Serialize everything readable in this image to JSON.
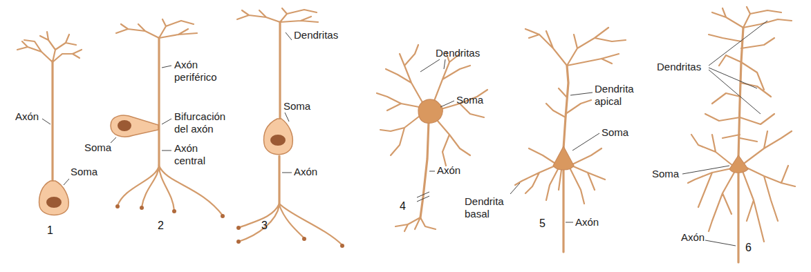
{
  "diagram": {
    "labels": [
      "Axón",
      "Soma",
      "1",
      "Axón periférico",
      "Bifurcación del axón",
      "Soma",
      "Axón central",
      "2",
      "Dendritas",
      "Soma",
      "Axón",
      "3",
      "Dendritas",
      "Soma",
      "Axón",
      "4",
      "Dendrita apical",
      "Soma",
      "Dendrita basal",
      "5",
      "Axón",
      "Dendritas",
      "Soma",
      "Axón",
      "6"
    ]
  }
}
